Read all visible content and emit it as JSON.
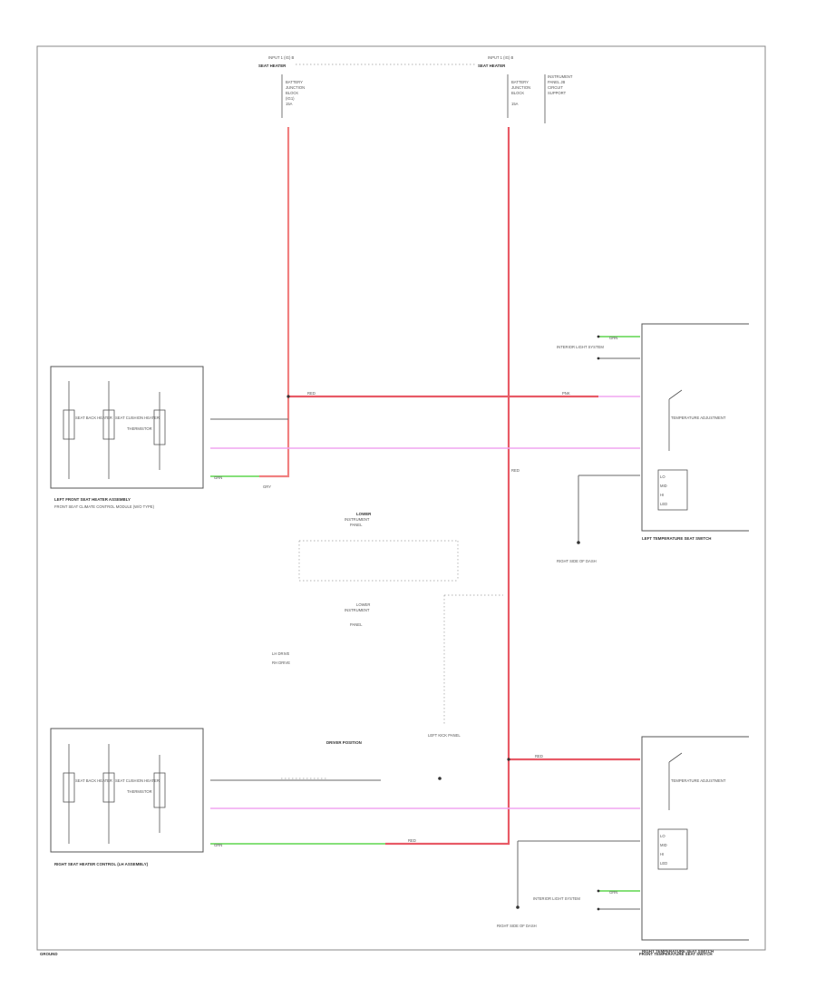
{
  "top_connectors": {
    "left": {
      "label": "SEAT HEATER",
      "sublabel": "INPUT 1 (IG) B"
    },
    "right": {
      "label": "SEAT HEATER",
      "sublabel": "INPUT 1 (IG) B"
    }
  },
  "fuse_notes": {
    "left": [
      "BATTERY",
      "JUNCTION",
      "BLOCK",
      "(IG1)",
      "15A"
    ],
    "right": [
      "BATTERY",
      "JUNCTION",
      "BLOCK",
      "15A"
    ],
    "right_extra": [
      "INSTRUMENT",
      "PANEL JB",
      "CIRCUIT",
      "SUPPORT"
    ]
  },
  "left_module": {
    "title": "LEFT FRONT SEAT HEATER ASSEMBLY",
    "subtitle": "FRONT SEAT CLIMATE CONTROL MODULE (W/O TYPE)",
    "elements": [
      "SEAT BACK HEATER",
      "SEAT CUSHION HEATER",
      "THERMISTOR"
    ]
  },
  "right_module": {
    "title": "RIGHT SEAT HEATER CONTROL (LH ASSEMBLY)",
    "elements": [
      "SEAT BACK HEATER",
      "SEAT CUSHION HEATER",
      "THERMISTOR"
    ]
  },
  "left_switch": {
    "title": "LEFT TEMPERATURE SEAT SWITCH",
    "detail": "TEMPERATURE ADJUSTMENT",
    "leds": [
      "LO",
      "MID",
      "HI",
      "LED"
    ],
    "inputs": [
      "INTERIOR LIGHT SYSTEM"
    ],
    "ground_note": "RIGHT SIDE OF DASH"
  },
  "right_switch": {
    "title": "RIGHT TEMPERATURE SEAT SWITCH",
    "detail": "TEMPERATURE ADJUSTMENT",
    "leds": [
      "LO",
      "MID",
      "HI",
      "LED"
    ],
    "inputs": [
      "INTERIOR LIGHT SYSTEM"
    ],
    "ground_note": "RIGHT SIDE OF DASH"
  },
  "center_block": {
    "title": "LOWER",
    "lines": [
      "LOWER",
      "INSTRUMENT",
      "PANEL"
    ],
    "bottom": [
      "LOWER",
      "INSTRUMENT",
      "PANEL"
    ]
  },
  "legend": [
    "LH DRIVE",
    "RH DRIVE"
  ],
  "center_bottom_block": {
    "title": "DRIVER POSITION",
    "ground": "LEFT KICK PANEL"
  },
  "wire_labels": {
    "red": "RED",
    "pink": "PNK",
    "green": "GRN",
    "gray": "GRY"
  },
  "footer_left": "GROUND",
  "footer_right": "FRONT TEMPERATURE SEAT SWITCH"
}
